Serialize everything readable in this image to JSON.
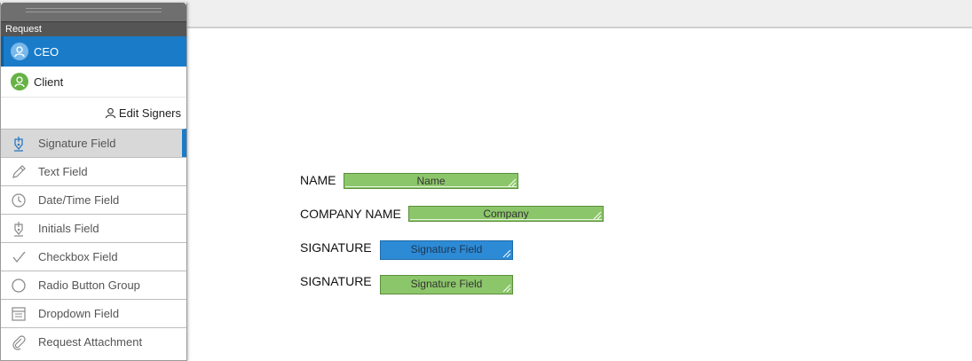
{
  "panel": {
    "title": "Request",
    "signers": [
      {
        "name": "CEO",
        "active": true,
        "avatar_color": "#79b8ea"
      },
      {
        "name": "Client",
        "active": false,
        "avatar_color": "#67b246"
      }
    ],
    "edit_signers_label": "Edit Signers",
    "tools": [
      {
        "label": "Signature Field",
        "icon": "pen-nib-icon",
        "selected": true
      },
      {
        "label": "Text Field",
        "icon": "pencil-icon"
      },
      {
        "label": "Date/Time Field",
        "icon": "clock-icon"
      },
      {
        "label": "Initials Field",
        "icon": "pen-nib-icon"
      },
      {
        "label": "Checkbox Field",
        "icon": "checkmark-icon"
      },
      {
        "label": "Radio Button Group",
        "icon": "radio-circle-icon"
      },
      {
        "label": "Dropdown Field",
        "icon": "dropdown-list-icon"
      },
      {
        "label": "Request Attachment",
        "icon": "paperclip-icon"
      }
    ]
  },
  "document": {
    "rows": [
      {
        "label": "NAME",
        "field_text": "Name",
        "field_color": "#8cc66a"
      },
      {
        "label": "COMPANY NAME",
        "field_text": "Company",
        "field_color": "#8cc66a"
      },
      {
        "label": "SIGNATURE",
        "field_text": "Signature Field",
        "field_color": "#2d8bd6"
      },
      {
        "label": "SIGNATURE",
        "field_text": "Signature Field",
        "field_color": "#8cc66a"
      }
    ]
  },
  "colors": {
    "accent": "#1a7bc9",
    "field_green": "#8cc66a",
    "field_blue": "#2d8bd6"
  }
}
